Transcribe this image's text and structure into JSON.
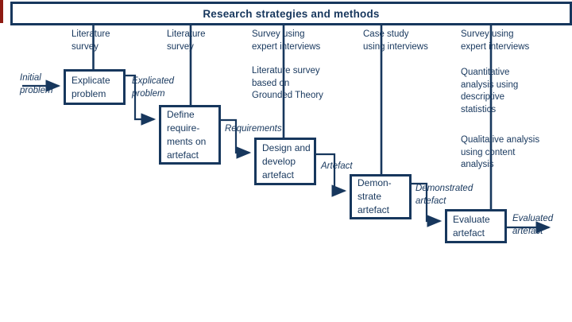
{
  "colors": {
    "ink": "#17375D",
    "accent_red": "#8E1B12",
    "background": "#FFFFFF"
  },
  "header": {
    "title": "Research strategies and methods"
  },
  "methods": {
    "m1": {
      "text": "Literature\nsurvey"
    },
    "m2": {
      "text": "Literature\nsurvey"
    },
    "m3": {
      "text": "Survey using\nexpert interviews"
    },
    "m4": {
      "text": "Case study\nusing interviews"
    },
    "m5": {
      "text": "Survey using\nexpert interviews"
    },
    "m6": {
      "text": "Literature survey\nbased on\nGrounded Theory"
    },
    "m7": {
      "text": "Quantitative\nanalysis using\ndescriptive\nstatistics"
    },
    "m8": {
      "text": "Qualitative analysis\nusing content\nanalysis"
    }
  },
  "activities": {
    "explicate": {
      "text": "Explicate\nproblem"
    },
    "define": {
      "text": "Define\nrequire-\nments on\nartefact"
    },
    "design": {
      "text": "Design and\ndevelop\nartefact"
    },
    "demonstrate": {
      "text": "Demon-\nstrate\nartefact"
    },
    "evaluate": {
      "text": "Evaluate\nartefact"
    }
  },
  "io": {
    "initial": {
      "text": "Initial\nproblem"
    },
    "explicated": {
      "text": "Explicated\nproblem"
    },
    "requirements": {
      "text": "Requirements"
    },
    "artefact": {
      "text": "Artefact"
    },
    "demonstrated": {
      "text": "Demonstrated\nartefact"
    },
    "evaluated": {
      "text": "Evaluated\nartefact"
    }
  }
}
